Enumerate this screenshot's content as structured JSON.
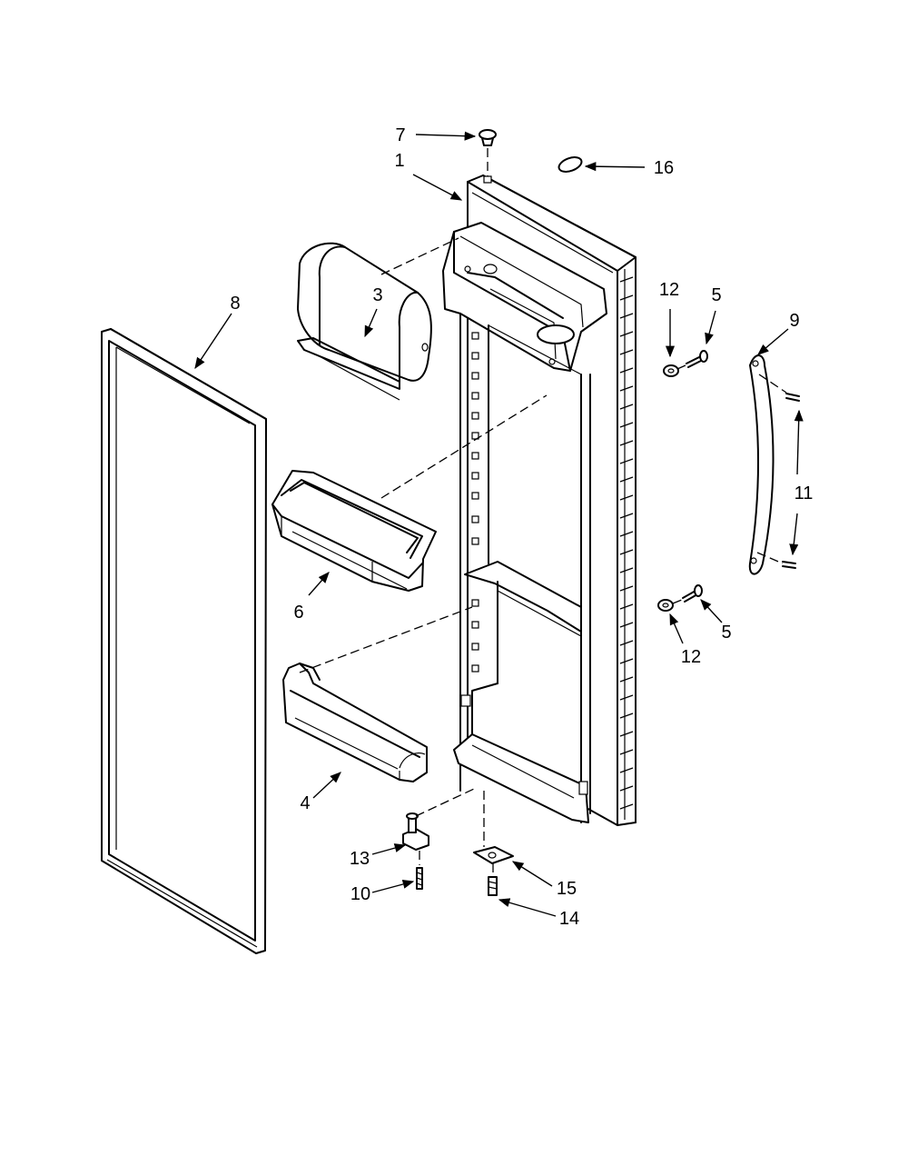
{
  "callouts": [
    "7",
    "1",
    "16",
    "3",
    "8",
    "12",
    "5",
    "9",
    "11",
    "6",
    "5",
    "12",
    "4",
    "13",
    "15",
    "10",
    "14"
  ]
}
